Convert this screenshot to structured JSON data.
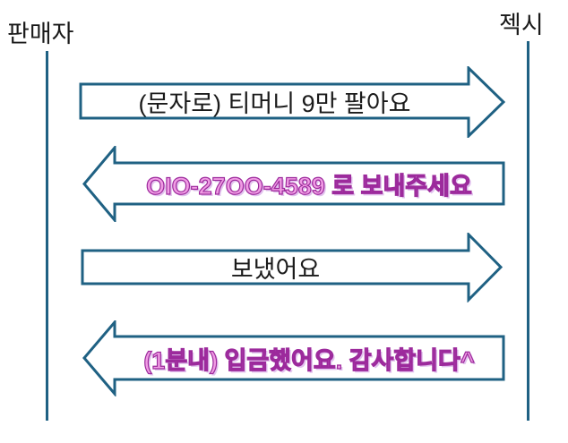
{
  "colors": {
    "line": "#1F6183",
    "arrow_border": "#1F6183",
    "arrow_fill": "#FFFFFF",
    "text_dark": "#1A1A1A",
    "pink_fill": "#F09CE4",
    "pink_outline": "#9C2A9C",
    "pink_shadow": "#E2C2EE",
    "background": "#FFFFFF"
  },
  "diagram": {
    "left_actor": "판매자",
    "right_actor": "젝시",
    "messages": [
      {
        "direction": "right",
        "style": "plain",
        "text": "(문자로) 티머니 9만 팔아요"
      },
      {
        "direction": "left",
        "style": "pink-wordart",
        "text": "OIO-27OO-4589 로 보내주세요"
      },
      {
        "direction": "right",
        "style": "plain",
        "text": "보냈어요"
      },
      {
        "direction": "left",
        "style": "pink-wordart",
        "text": "(1분내) 입금했어요. 감사합니다^"
      }
    ]
  }
}
